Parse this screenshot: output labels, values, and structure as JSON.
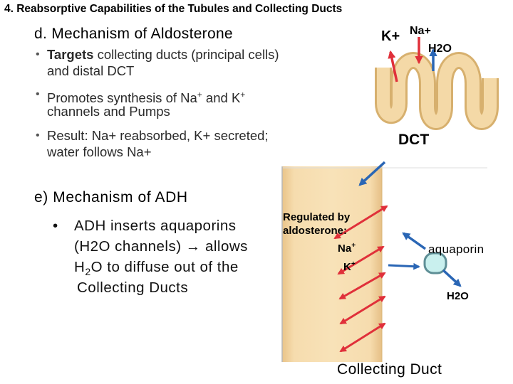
{
  "title": "4.  Reabsorptive Capabilities of the Tubules and Collecting Ducts",
  "section_d": {
    "heading": "d.  Mechanism of Aldosterone",
    "bullets": [
      {
        "bold": "Targets",
        "rest": " collecting ducts (principal cells)",
        "line2": "and distal DCT"
      },
      {
        "pre": "Promotes synthesis of  Na",
        "sup1": "+",
        "mid": " and K",
        "sup2": "+",
        "line2": "channels and Pumps"
      },
      {
        "text": "Result: Na+ reabsorbed, K+ secreted;",
        "line2": "water follows Na+"
      }
    ]
  },
  "section_e": {
    "heading": "e) Mechanism of ADH",
    "bullet_line1": "ADH inserts aquaporins",
    "bullet_line2_a": "(H2O channels) ",
    "bullet_arrow": "→",
    "bullet_line2_b": " allows",
    "bullet_line3_a": "H",
    "bullet_line3_sub": "2",
    "bullet_line3_b": "O  to diffuse out of the",
    "bullet_line4": "Collecting Ducts"
  },
  "dct_diagram": {
    "k_label": "K+",
    "na_label": "Na+",
    "h2o_label": "H2O",
    "caption": "DCT"
  },
  "duct_diagram": {
    "regulated_line1": "Regulated by",
    "regulated_line2": "aldosterone:",
    "na_label": "Na",
    "na_sup": "+",
    "k_label": "K",
    "k_sup": "+",
    "aquaporin_label": "aquaporin",
    "h2o_label": "H2O",
    "caption": "Collecting Duct"
  },
  "colors": {
    "tubule_fill": "#f4d9a7",
    "tubule_edge": "#d9b778",
    "arrow_red": "#e0303a",
    "arrow_blue": "#2a66b5",
    "aquaporin_fill": "#c9f0ee",
    "aquaporin_edge": "#5f8f96"
  }
}
